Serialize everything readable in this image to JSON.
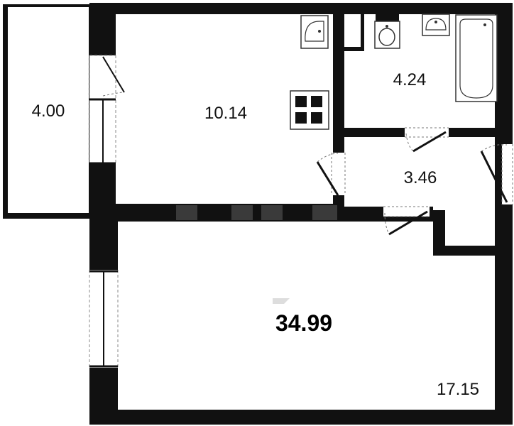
{
  "rooms": {
    "balcony_area": "4.00",
    "kitchen_area": "10.14",
    "bathroom_area": "4.24",
    "hallway_area": "3.46",
    "living_area": "17.15"
  },
  "total_area": "34.99",
  "colors": {
    "wall": "#111111",
    "fixture_stroke": "#333333",
    "door_dash": "#777777",
    "background": "#ffffff"
  },
  "icons": [
    "sink-icon",
    "toilet-icon",
    "bathtub-icon",
    "stove-icon"
  ]
}
